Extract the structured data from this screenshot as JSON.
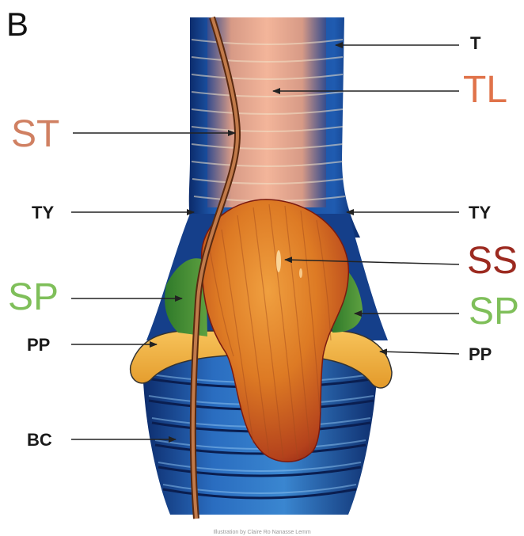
{
  "panel_letter": "B",
  "labels": {
    "T": "T",
    "TL": "TL",
    "ST": "ST",
    "TY_left": "TY",
    "TY_right": "TY",
    "SS": "SS",
    "SP_left": "SP",
    "SP_right": "SP",
    "PP_left": "PP",
    "PP_right": "PP",
    "BC": "BC"
  },
  "credit": "Illustration by Claire Ro Nanasse Lemm",
  "colors": {
    "TL": "#e0734a",
    "ST": "#d08062",
    "SS": "#9c2a20",
    "SP": "#7fbf5a",
    "dark": "#1a1a1a"
  }
}
